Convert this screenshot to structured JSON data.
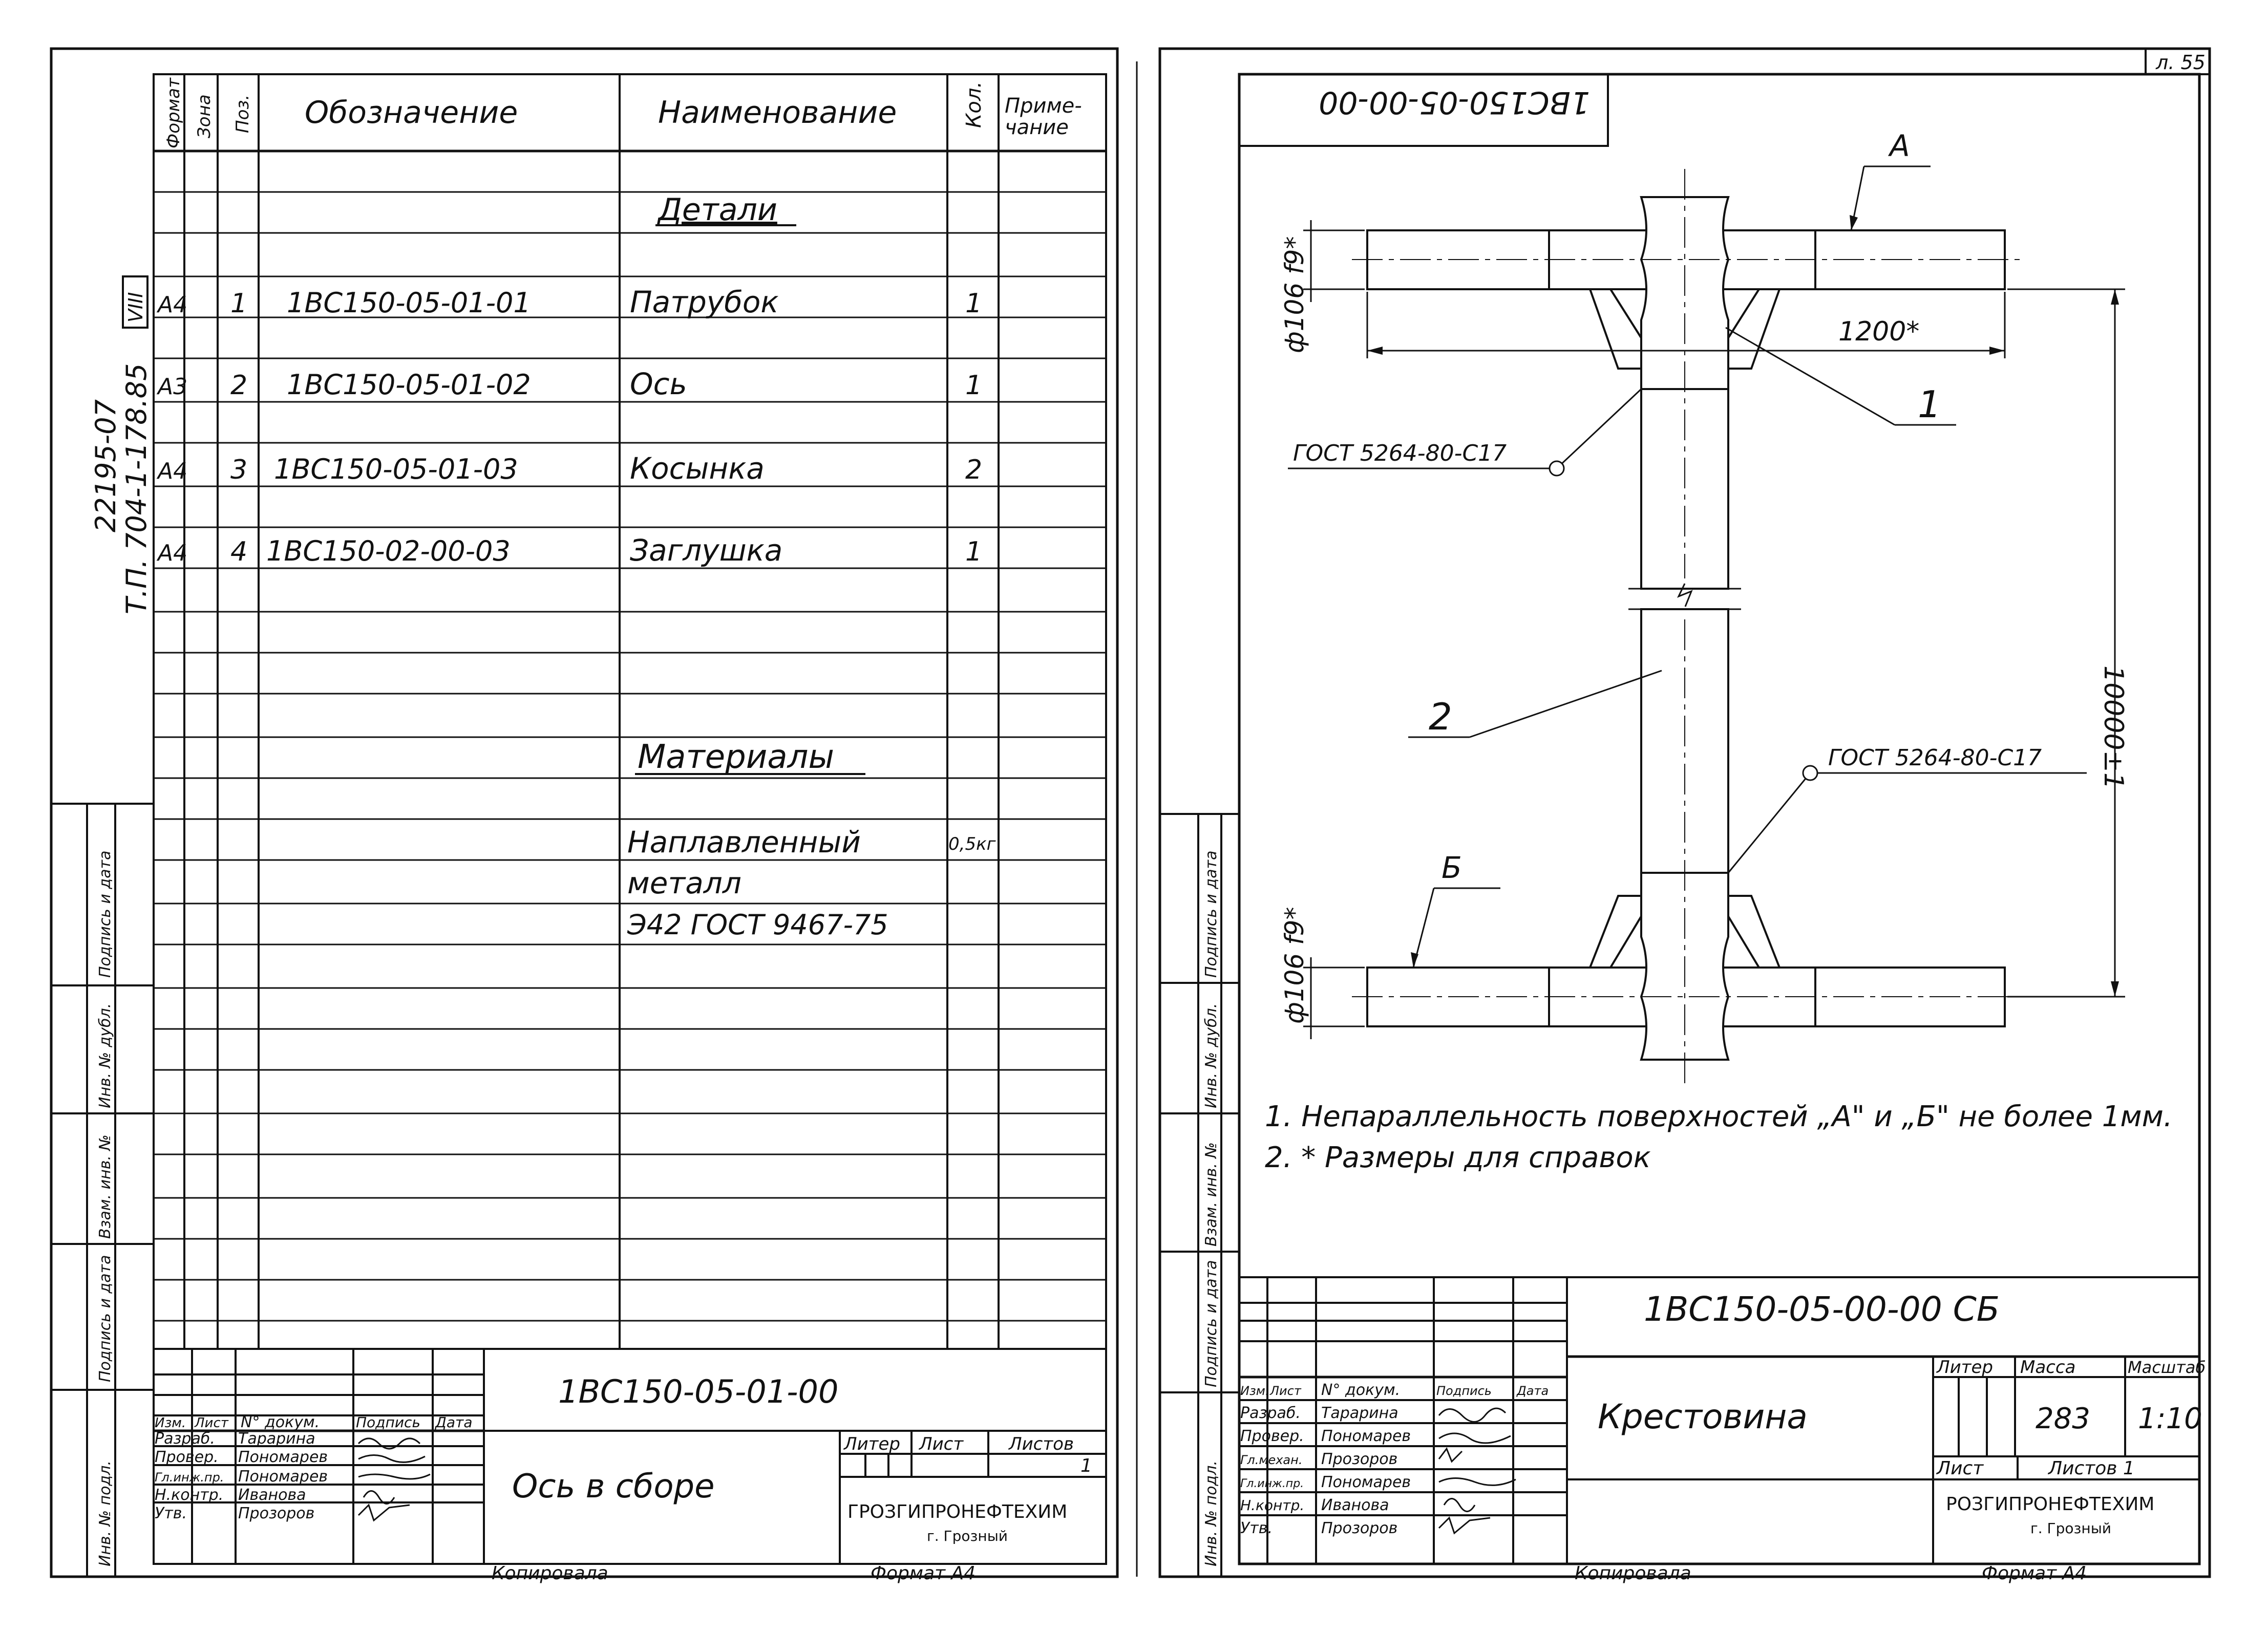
{
  "sheet_ref": "л. 55",
  "left_sheet": {
    "side_codes": {
      "line1": "22195-07",
      "line2": "Т.П. 704-1-178.85",
      "badge": "VIII"
    },
    "spec_headers": {
      "format": "Формат",
      "zone": "Зона",
      "pos": "Поз.",
      "designation": "Обозначение",
      "name": "Наименование",
      "qty": "Кол.",
      "note_l1": "Приме-",
      "note_l2": "чание"
    },
    "section_parts": "Детали",
    "section_materials": "Материалы",
    "rows": [
      {
        "format": "А4",
        "pos": "1",
        "designation": "1ВС150-05-01-01",
        "name": "Патрубок",
        "qty": "1"
      },
      {
        "format": "А3",
        "pos": "2",
        "designation": "1ВС150-05-01-02",
        "name": "Ось",
        "qty": "1"
      },
      {
        "format": "А4",
        "pos": "3",
        "designation": "1ВС150-05-01-03",
        "name": "Косынка",
        "qty": "2"
      },
      {
        "format": "А4",
        "pos": "4",
        "designation": "1ВС150-02-00-03",
        "name": "Заглушка",
        "qty": "1"
      }
    ],
    "materials": {
      "line1": "Наплавленный",
      "line2": "металл",
      "line3": "Э42 ГОСТ 9467-75",
      "qty": "0,5кг"
    },
    "title_block": {
      "doc_code": "1ВС150-05-01-00",
      "title": "Ось в сборе",
      "org_line1": "ГРОЗГИПРОНЕФТЕХИМ",
      "org_line2": "г. Грозный",
      "sheet_no": "1",
      "labels": {
        "izm": "Изм.",
        "list": "Лист",
        "doc_no": "N° докум.",
        "sign": "Подпись",
        "date": "Дата",
        "liter": "Литер",
        "list2": "Лист",
        "sheets": "Листов"
      },
      "staff": [
        {
          "role": "Разраб.",
          "name": "Тарарина"
        },
        {
          "role": "Провер.",
          "name": "Пономарев"
        },
        {
          "role": "Гл.инж.пр.",
          "name": "Пономарев"
        },
        {
          "role": "Н.контр.",
          "name": "Иванова"
        },
        {
          "role": "Утв.",
          "name": "Прозоров"
        }
      ]
    },
    "copied": "Копировала",
    "format": "Формат А4",
    "margin_labels": [
      "Инв. № подл.",
      "Подпись и дата",
      "Взам. инв. №",
      "Инв. № дубл.",
      "Подпись и дата"
    ]
  },
  "right_sheet": {
    "top_code": "1ВС150-05-00-00",
    "drawing": {
      "dia_top": "ф106 f9*",
      "dia_bottom": "ф106 f9*",
      "length": "1200*",
      "height": "10000±1",
      "weld_top": "ГОСТ 5264-80-С17",
      "weld_bottom": "ГОСТ 5264-80-С17",
      "label_a": "А",
      "label_b": "Б",
      "callout_1": "1",
      "callout_2": "2"
    },
    "notes": [
      "1. Непараллельность поверхностей „А\" и „Б\" не более 1мм.",
      "2. * Размеры для справок"
    ],
    "title_block": {
      "doc_code": "1ВС150-05-00-00 СБ",
      "title": "Крестовина",
      "mass": "283",
      "scale": "1:10",
      "org_line1": "РОЗГИПРОНЕФТЕХИМ",
      "org_line2": "г. Грозный",
      "sheets_label": "Листов 1",
      "labels": {
        "izm": "Изм.",
        "list": "Лист",
        "doc_no": "N° докум.",
        "sign": "Подпись",
        "date": "Дата",
        "liter": "Литер",
        "mass": "Масса",
        "scale": "Масштаб",
        "list2": "Лист"
      },
      "staff": [
        {
          "role": "Разраб.",
          "name": "Тарарина"
        },
        {
          "role": "Провер.",
          "name": "Пономарев"
        },
        {
          "role": "Гл.механ.",
          "name": "Прозоров"
        },
        {
          "role": "Гл.инж.пр.",
          "name": "Пономарев"
        },
        {
          "role": "Н.контр.",
          "name": "Иванова"
        },
        {
          "role": "Утв.",
          "name": "Прозоров"
        }
      ]
    },
    "copied": "Копировала",
    "format": "Формат А4",
    "margin_labels": [
      "Инв. № подл.",
      "Подпись и дата",
      "Взам. инв. №",
      "Инв. № дубл.",
      "Подпись и дата"
    ]
  }
}
